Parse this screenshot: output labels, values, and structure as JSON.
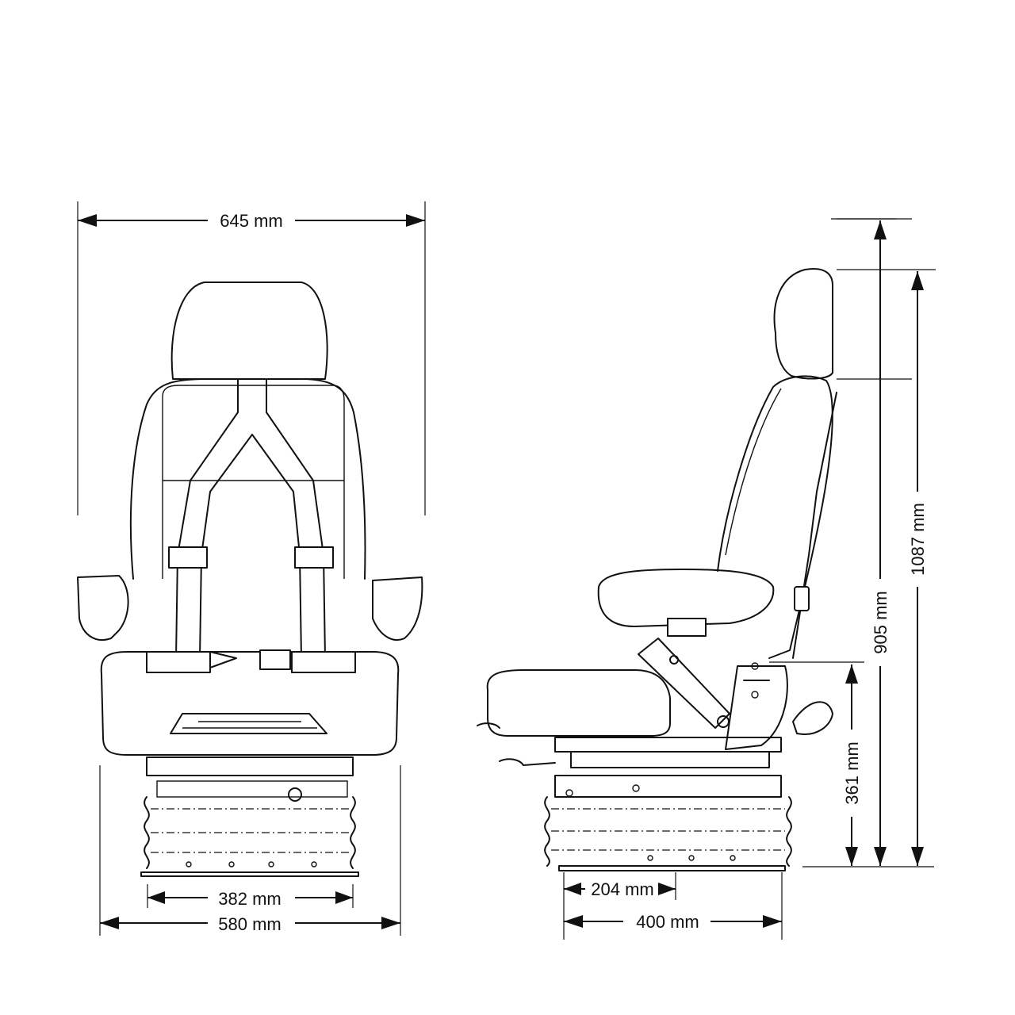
{
  "dimensions": {
    "front_overall_width": "645 mm",
    "front_base_width": "382 mm",
    "front_seat_width": "580 mm",
    "side_slide_travel": "204 mm",
    "side_base_depth": "400 mm",
    "side_suspension_height": "361 mm",
    "side_backrest_height": "905 mm",
    "side_overall_height": "1087 mm"
  }
}
